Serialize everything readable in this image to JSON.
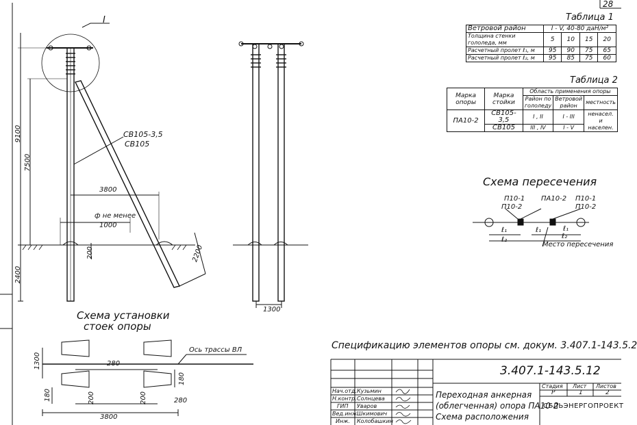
{
  "sheet_number": "28",
  "table1": {
    "title": "Таблица 1",
    "rows": [
      {
        "label": "Ветровой район",
        "cells": [
          "I - V, 40-80 даН/м²"
        ]
      },
      {
        "label": "Толщина стенки гололеда, мм",
        "cells": [
          "5",
          "10",
          "15",
          "20"
        ]
      },
      {
        "label": "Расчетный пролет ℓ₁, м",
        "cells": [
          "95",
          "90",
          "75",
          "65"
        ]
      },
      {
        "label": "Расчетный пролет ℓ₂, м",
        "cells": [
          "95",
          "85",
          "75",
          "60"
        ]
      }
    ]
  },
  "table2": {
    "title": "Таблица 2",
    "headers": {
      "mark_support": "Марка опоры",
      "mark_post": "Марка стойки",
      "application": "Область применения опоры",
      "ice_region": "Район по гололеду",
      "wind_region": "Ветровой район",
      "terrain": "местность"
    },
    "support": "ПА10-2",
    "rows": [
      {
        "post": "СВ105-3,5",
        "ice": "I , II",
        "wind": "I - III",
        "terrain": "ненасел."
      },
      {
        "post": "СВ105",
        "ice": "III , IV",
        "wind": "I - V",
        "terrain": "населен."
      }
    ],
    "terrain_connector": "и"
  },
  "crossing": {
    "title": "Схема пересечения",
    "labels": [
      "П10-1",
      "П10-2",
      "ПА10-2",
      "П10-1",
      "П10-2"
    ],
    "spans": [
      "ℓ₁",
      "ℓ₁",
      "ℓ₁",
      "ℓ₂",
      "ℓ₂"
    ],
    "place": "Место пересечения"
  },
  "elevation": {
    "mark_I": "I",
    "post_labels": [
      "СВ105-3,5",
      "СВ105"
    ],
    "dims": {
      "total": "9100",
      "upper": "7500",
      "lower": "2400",
      "spread": "3800",
      "min_label": "ф не менее",
      "min_value": "1000",
      "base": "200",
      "strut": "2200",
      "side": "1300"
    }
  },
  "install": {
    "title_line1": "Схема установки",
    "title_line2": "стоек опоры",
    "axis": "Ось трассы ВЛ",
    "dims": [
      "1300",
      "280",
      "180",
      "200",
      "200",
      "180",
      "280",
      "3800"
    ]
  },
  "spec_note": "Спецификацию элементов опоры см. докум. 3.407.1-143.5.2",
  "title_block": {
    "doc_code": "3.407.1-143.5.12",
    "roles": [
      "Нач.отд.",
      "Н.контр.",
      "ГИП",
      "Вед.инж.",
      "Инж."
    ],
    "names": [
      "Кузьмин",
      "Солнцева",
      "Уваров",
      "Шкимович",
      "Колобашкин"
    ],
    "title_lines": [
      "Переходная анкерная",
      "(облегченная) опора ПА10-2",
      "Схема расположения"
    ],
    "stage_label": "Стадия",
    "sheet_label": "Лист",
    "sheets_label": "Листов",
    "stage": "Р",
    "sheet": "1",
    "sheets": "2",
    "org": "СЕЛЬЭНЕРГОПРОЕКТ"
  }
}
